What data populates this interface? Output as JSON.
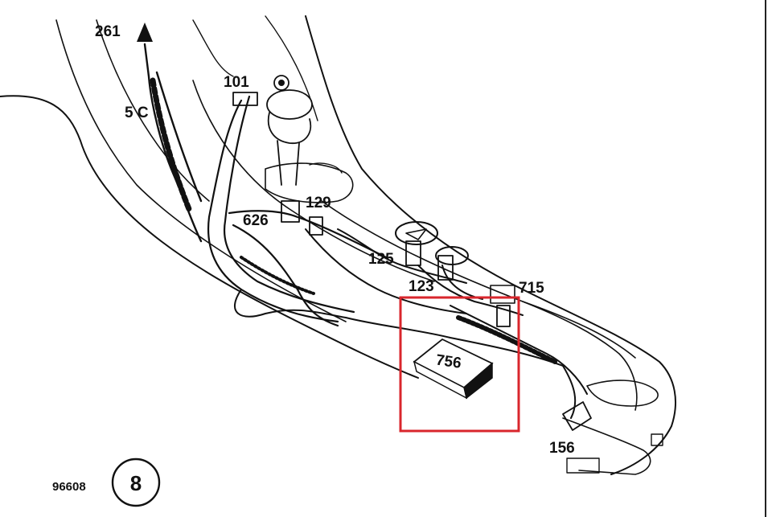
{
  "figure": {
    "labels": {
      "l261": "261",
      "l101": "101",
      "l5c": "5 C",
      "l129": "129",
      "l626": "626",
      "l125": "125",
      "l123": "123",
      "l715": "715",
      "l756": "756",
      "l156": "156"
    },
    "reference": "96608",
    "circled_number": "8",
    "highlight_color": "#d9262c",
    "line_color": "#111111"
  }
}
